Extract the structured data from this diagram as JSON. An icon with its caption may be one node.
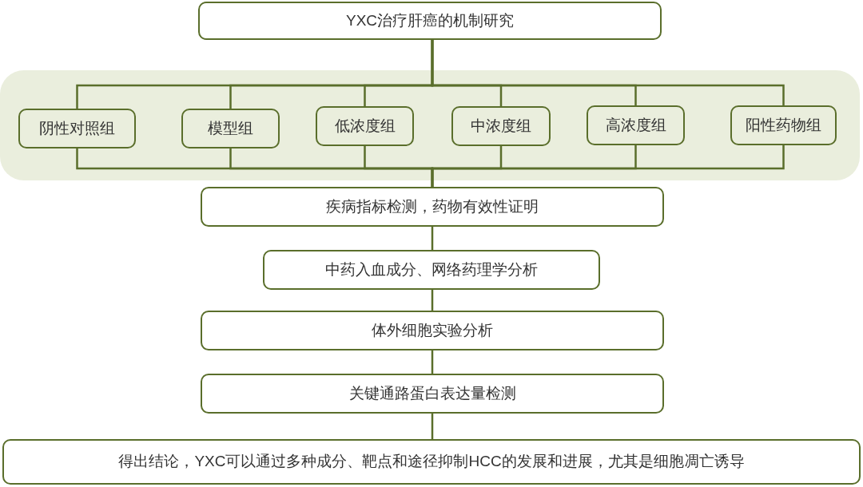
{
  "diagram": {
    "nodes": [
      {
        "text": [
          "YXC治疗肝癌的机制研究"
        ]
      },
      {
        "text": [
          "阴性对照组"
        ]
      },
      {
        "text": [
          "模型组"
        ]
      },
      {
        "text": [
          "低浓度组"
        ]
      },
      {
        "text": [
          "中浓度组"
        ]
      },
      {
        "text": [
          "高浓度组"
        ]
      },
      {
        "text": [
          "阳性药物组"
        ]
      },
      {
        "text": [
          "疾病指标检测，药物有效性证明"
        ]
      },
      {
        "text": [
          "中药入血成分、网络药理学分析"
        ]
      },
      {
        "text": [
          "体外细胞实验分析"
        ]
      },
      {
        "text": [
          "关键通路蛋白表达量检测"
        ]
      },
      {
        "text": [
          "得出结论，YXC可以通过多种成分、靶点和途径抑制HCC的发展和进展，尤其是细胞凋亡诱导"
        ]
      }
    ],
    "edges": [
      {
        "from": 0,
        "to": 1,
        "arrow": "none"
      },
      {
        "from": 0,
        "to": 2,
        "arrow": "none"
      },
      {
        "from": 0,
        "to": 3,
        "arrow": "none"
      },
      {
        "from": 0,
        "to": 4,
        "arrow": "none"
      },
      {
        "from": 0,
        "to": 5,
        "arrow": "none"
      },
      {
        "from": 0,
        "to": 6,
        "arrow": "none"
      },
      {
        "from": 1,
        "to": 7,
        "arrow": "none"
      },
      {
        "from": 2,
        "to": 7,
        "arrow": "none"
      },
      {
        "from": 3,
        "to": 7,
        "arrow": "none"
      },
      {
        "from": 4,
        "to": 7,
        "arrow": "none"
      },
      {
        "from": 5,
        "to": 7,
        "arrow": "none"
      },
      {
        "from": 6,
        "to": 7,
        "arrow": "none"
      },
      {
        "from": 7,
        "to": 8,
        "arrow": "none"
      },
      {
        "from": 8,
        "to": 9,
        "arrow": "none"
      },
      {
        "from": 9,
        "to": 10,
        "arrow": "none"
      },
      {
        "from": 10,
        "to": 11,
        "arrow": "none"
      }
    ]
  }
}
